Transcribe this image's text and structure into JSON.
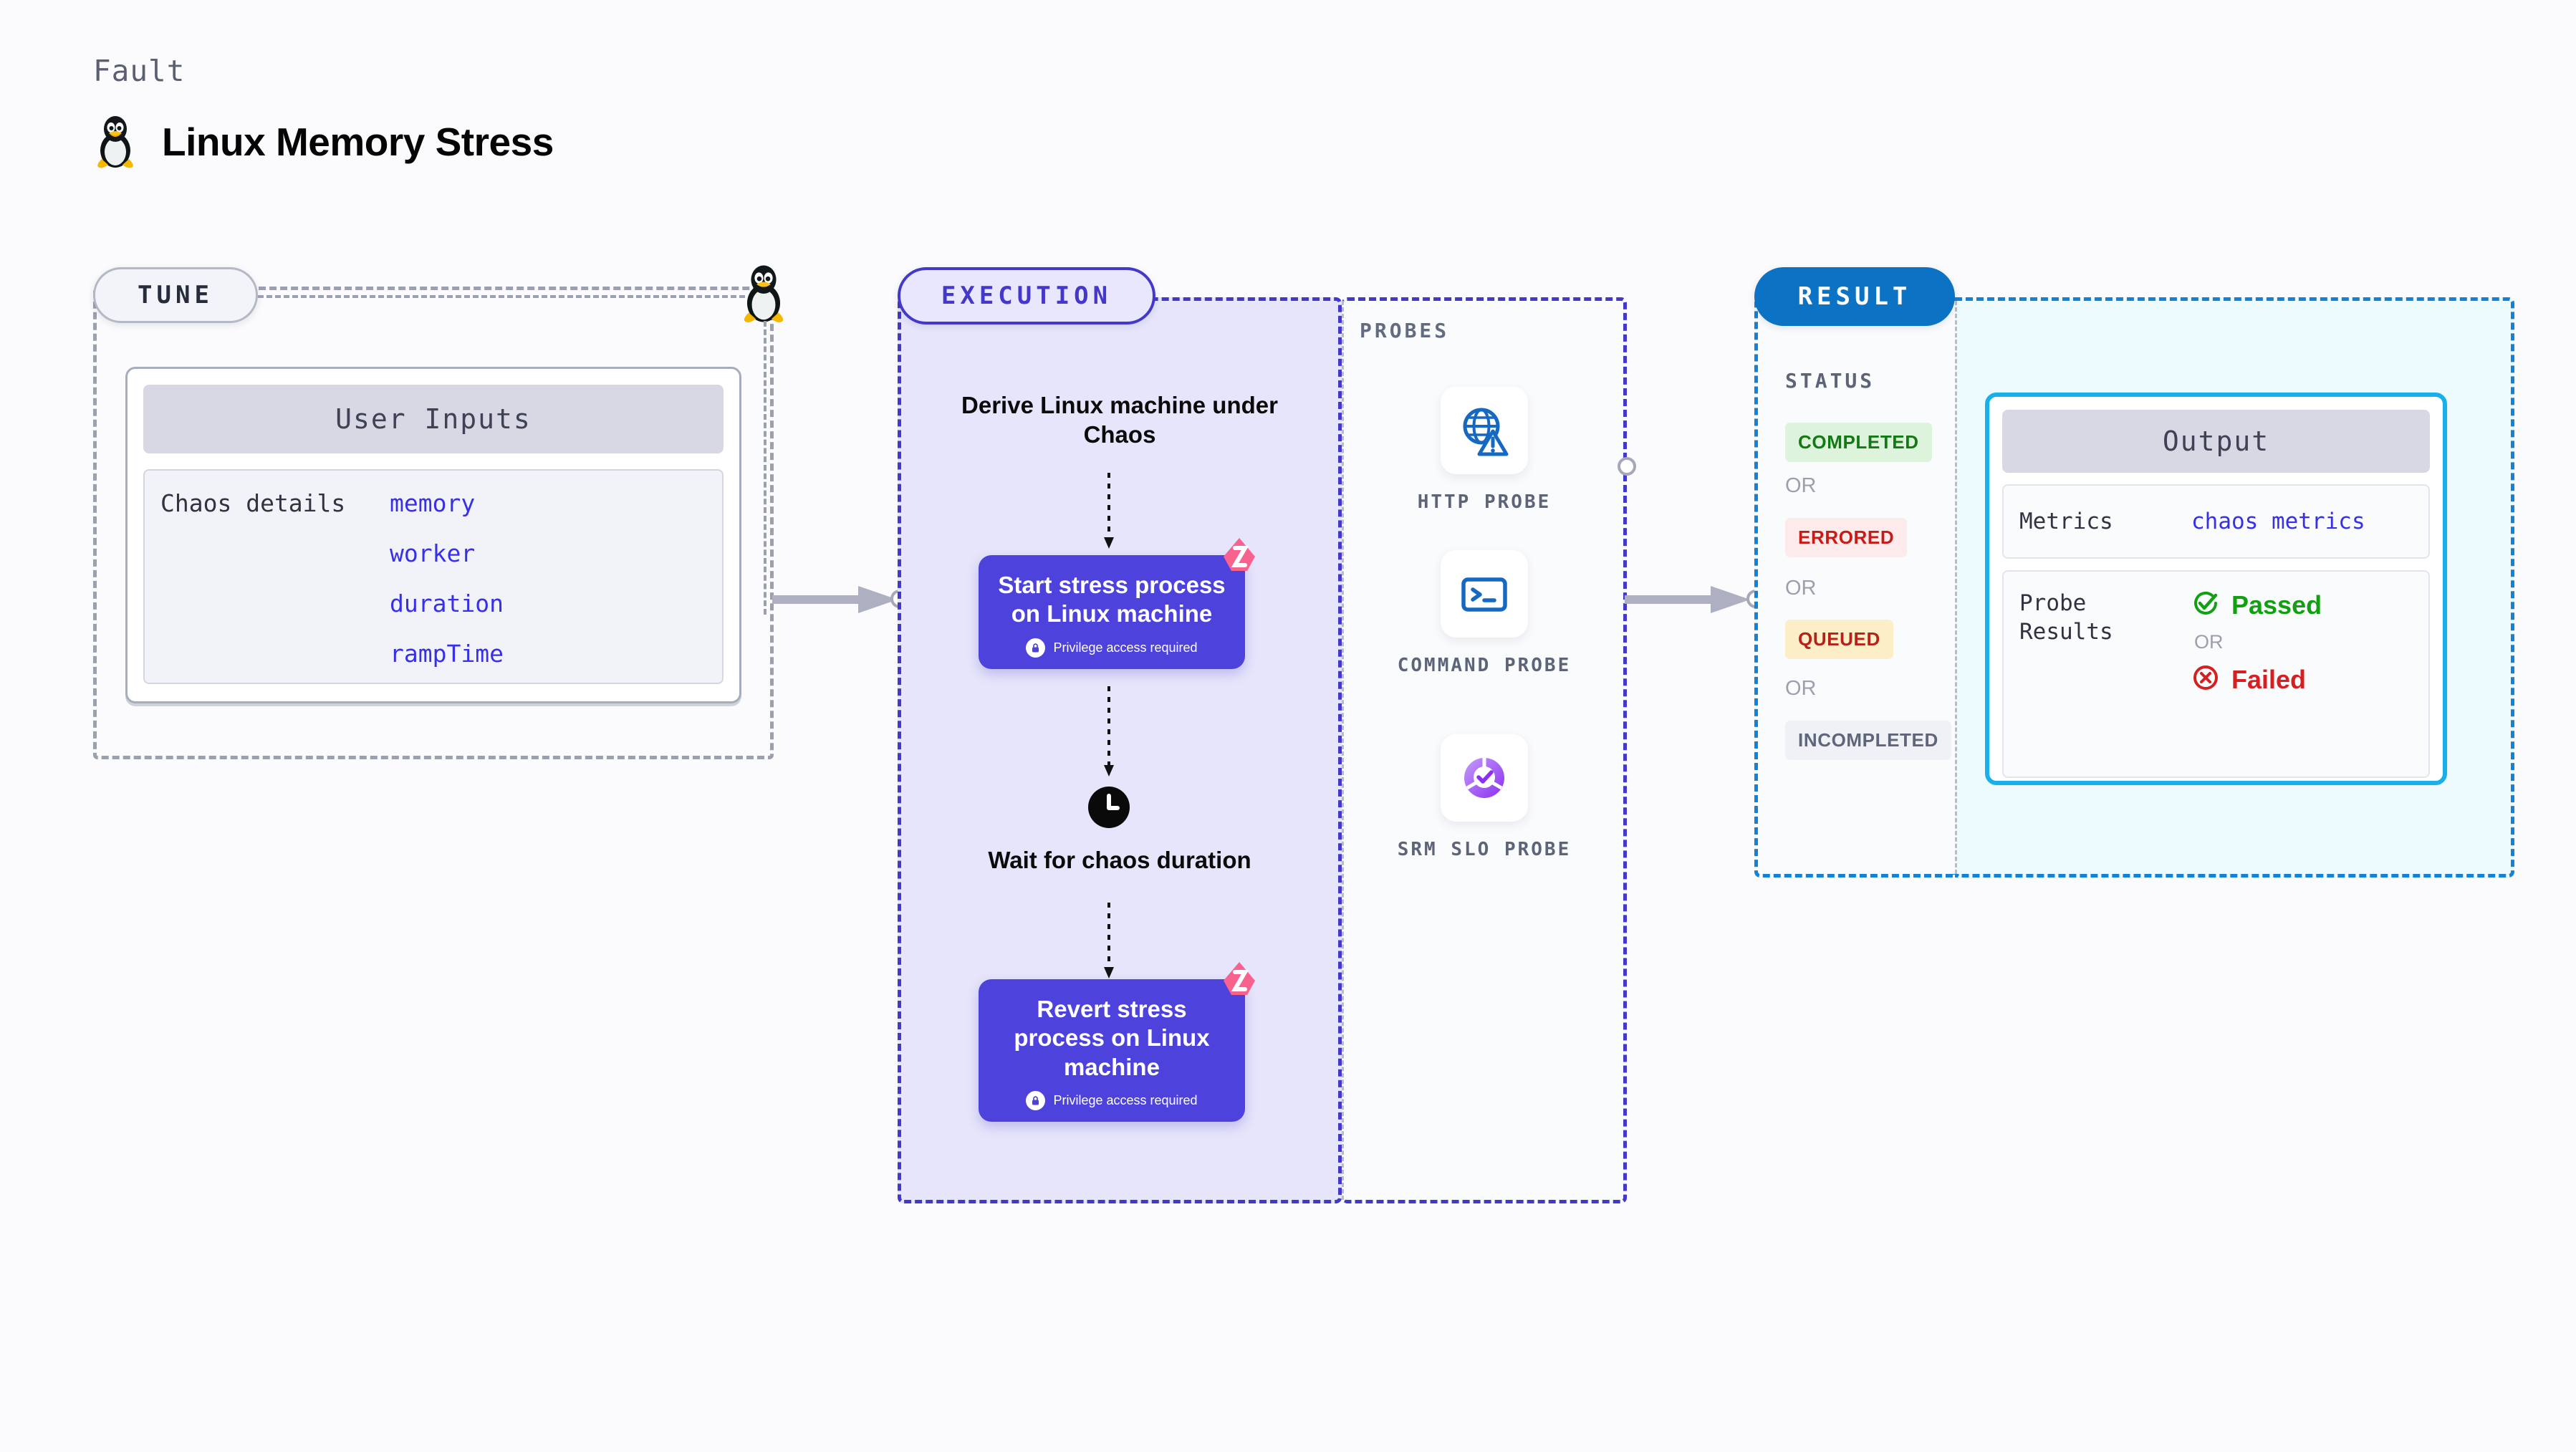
{
  "header": {
    "eyebrow": "Fault",
    "title": "Linux Memory Stress",
    "penguin_icon": "tux-penguin-icon"
  },
  "tune": {
    "pill_label": "TUNE",
    "user_inputs": {
      "heading": "User Inputs",
      "rows": [
        {
          "label": "Chaos details",
          "values": [
            "memory",
            "worker",
            "duration",
            "rampTime"
          ]
        }
      ]
    }
  },
  "execution": {
    "pill_label": "EXECUTION",
    "steps": [
      {
        "type": "text",
        "label": "Derive Linux machine under Chaos"
      },
      {
        "type": "node",
        "title": "Start stress process on Linux machine",
        "note": "Privilege access required",
        "badge_icon": "litmus-chaos-logo-icon"
      },
      {
        "type": "text",
        "label": "Wait for chaos duration",
        "icon": "clock-icon"
      },
      {
        "type": "node",
        "title": "Revert stress process on Linux machine",
        "note": "Privilege access required",
        "badge_icon": "litmus-chaos-logo-icon"
      }
    ]
  },
  "probes": {
    "title": "PROBES",
    "items": [
      {
        "label": "HTTP PROBE",
        "icon": "globe-warning-icon"
      },
      {
        "label": "COMMAND PROBE",
        "icon": "terminal-icon"
      },
      {
        "label": "SRM SLO PROBE",
        "icon": "srm-slo-donut-icon"
      }
    ]
  },
  "result": {
    "pill_label": "RESULT",
    "status_title": "STATUS",
    "or_label": "OR",
    "statuses": [
      {
        "label": "COMPLETED",
        "bg": "#def3dc",
        "color": "#127a12"
      },
      {
        "label": "ERRORED",
        "bg": "#fdeaea",
        "color": "#c81b16"
      },
      {
        "label": "QUEUED",
        "bg": "#fcefc7",
        "color": "#b5211b"
      },
      {
        "label": "INCOMPLETED",
        "bg": "#f0f1f6",
        "color": "#5f6679"
      }
    ],
    "output": {
      "heading": "Output",
      "metrics_key": "Metrics",
      "metrics_value": "chaos metrics",
      "probe_results_key": "Probe Results",
      "passed_label": "Passed",
      "failed_label": "Failed",
      "or_label": "OR",
      "passed_icon": "check-circle-icon",
      "failed_icon": "x-circle-icon"
    }
  },
  "colors": {
    "accent_indigo": "#4338ca",
    "node_purple": "#4e42dd",
    "result_blue": "#0b72c4",
    "output_border": "#17b0e8",
    "litmus_pink": "#f9628e",
    "mono_value": "#3730e8"
  }
}
